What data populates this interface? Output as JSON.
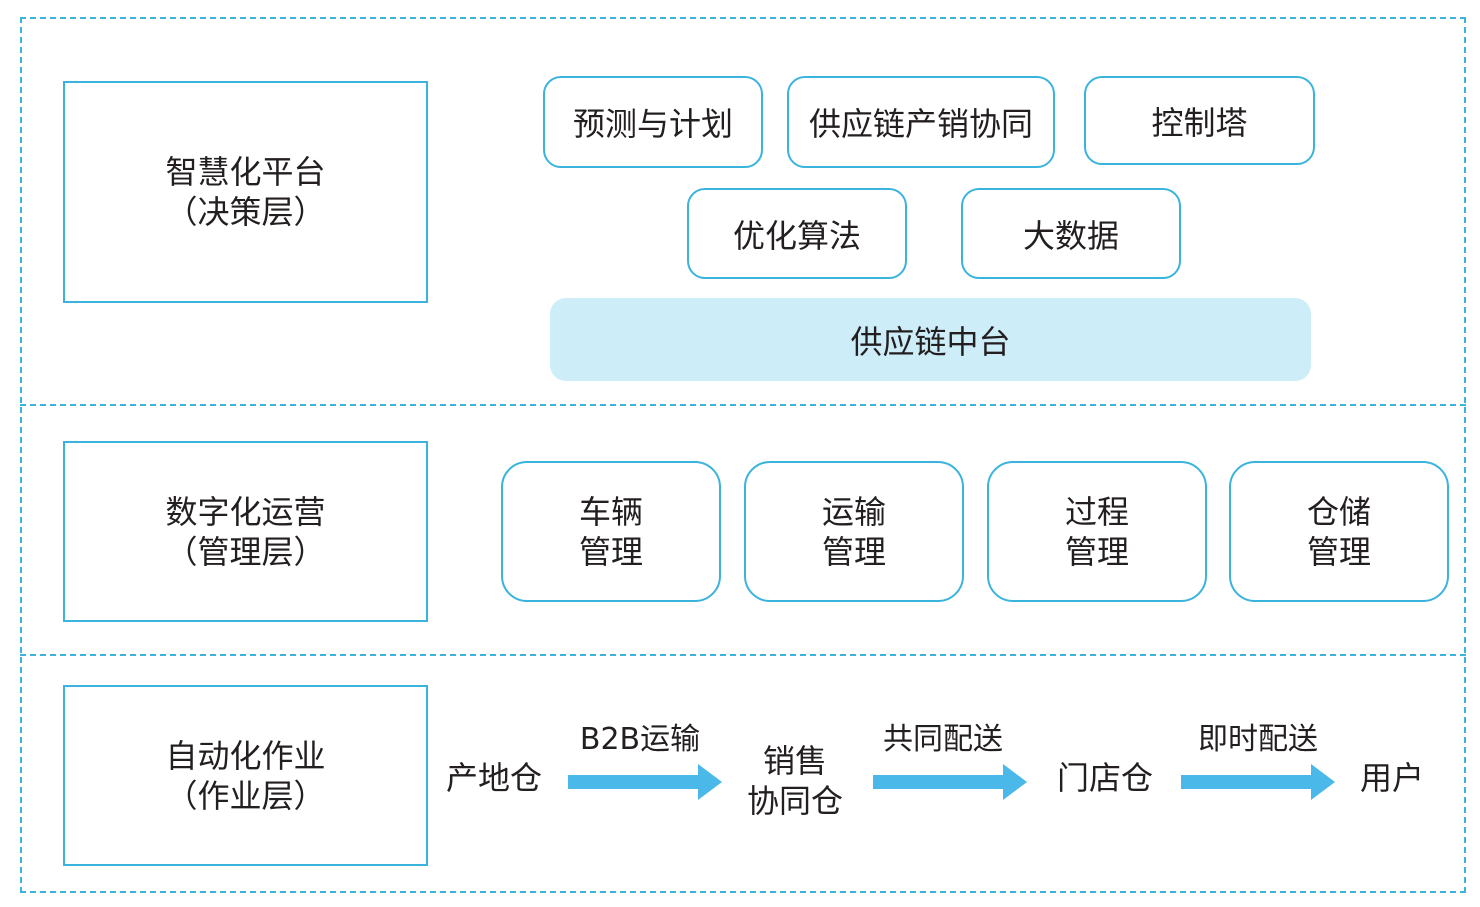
{
  "colors": {
    "accent": "#3bb4dd",
    "arrow": "#4ab8e8",
    "platform_fill": "#cdeef9"
  },
  "layers": {
    "decision": {
      "title": "智慧化平台",
      "subtitle": "（决策层）",
      "modules": [
        "预测与计划",
        "供应链产销协同",
        "控制塔",
        "优化算法",
        "大数据"
      ],
      "platform": "供应链中台"
    },
    "management": {
      "title": "数字化运营",
      "subtitle": "（管理层）",
      "modules": [
        {
          "line1": "车辆",
          "line2": "管理"
        },
        {
          "line1": "运输",
          "line2": "管理"
        },
        {
          "line1": "过程",
          "line2": "管理"
        },
        {
          "line1": "仓储",
          "line2": "管理"
        }
      ]
    },
    "operation": {
      "title": "自动化作业",
      "subtitle": "（作业层）",
      "nodes": [
        {
          "line1": "产地仓",
          "line2": ""
        },
        {
          "line1": "销售",
          "line2": "协同仓"
        },
        {
          "line1": "门店仓",
          "line2": ""
        },
        {
          "line1": "用户",
          "line2": ""
        }
      ],
      "edges": [
        "B2B运输",
        "共同配送",
        "即时配送"
      ]
    }
  }
}
